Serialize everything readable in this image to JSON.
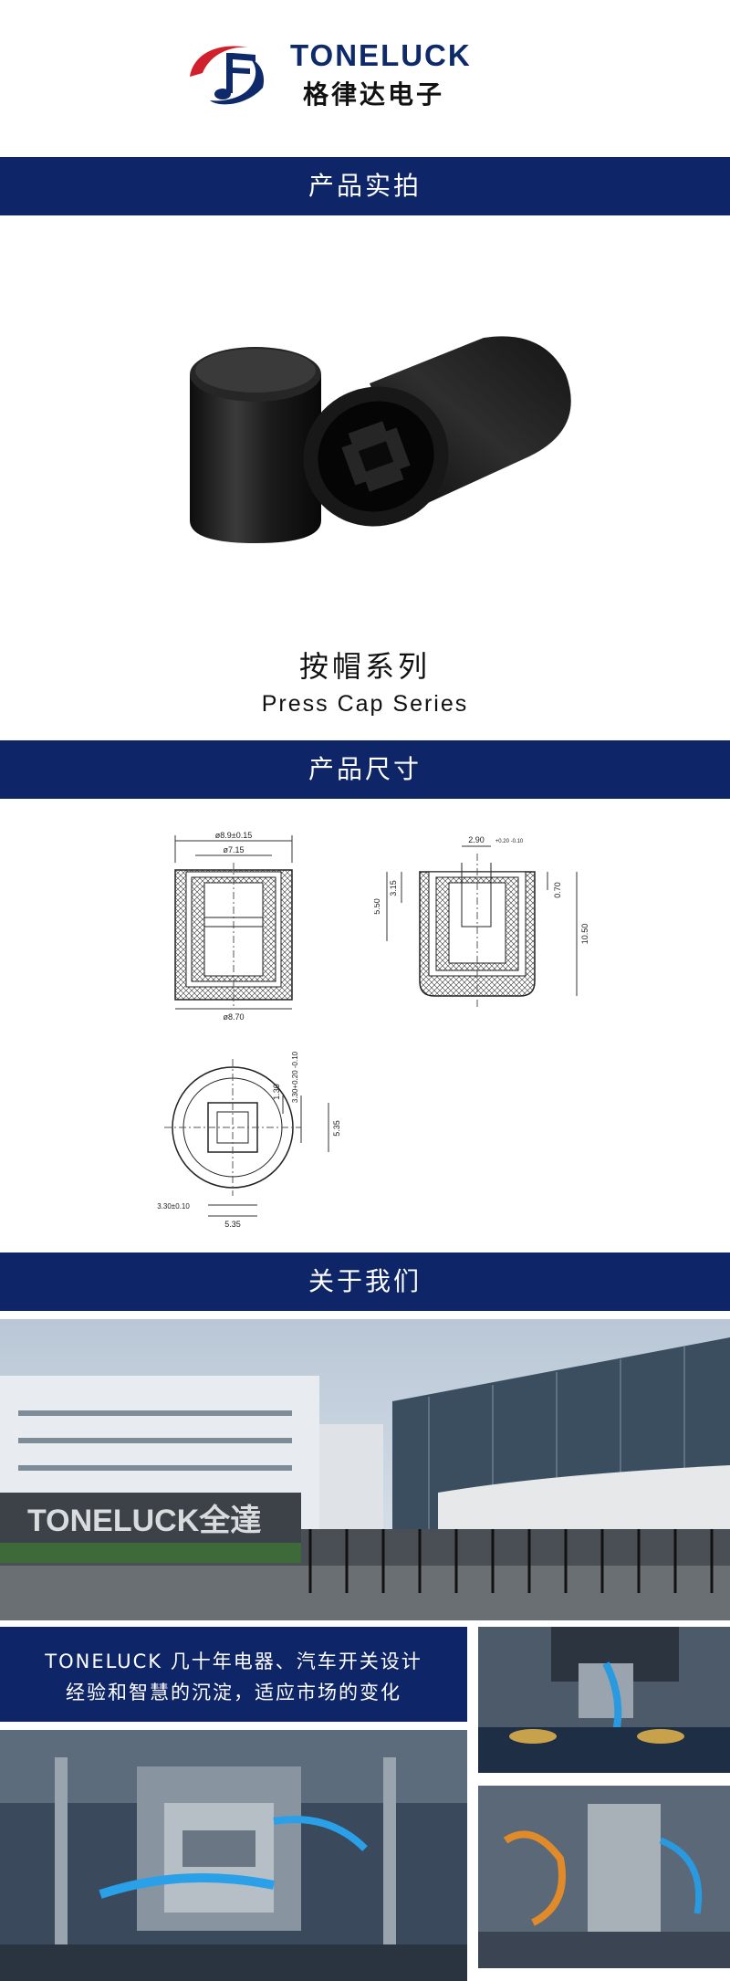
{
  "brand": {
    "name_en": "TONELUCK",
    "name_cn": "格律达电子",
    "logo_icon": "toneluck-logo-icon"
  },
  "sections": {
    "photo_title": "产品实拍",
    "size_title": "产品尺寸",
    "about_title": "关于我们"
  },
  "product": {
    "series_cn": "按帽系列",
    "series_en": "Press Cap Series"
  },
  "dimensions": {
    "outer_dia": "ø8.9±0.15",
    "inner_dia": "ø7.15",
    "base_dia": "ø8.70",
    "slot_width": "2.90",
    "slot_tol": "+0.20 -0.10",
    "height_550": "5.50",
    "height_315": "3.15",
    "height_070": "0.70",
    "height_1050": "10.50",
    "top_130": "1.30",
    "top_330_tol": "3.30+0.20 -0.10",
    "top_535_v": "5.35",
    "top_330": "3.30±0.10",
    "top_535_h": "5.35"
  },
  "about": {
    "line1": "TONELUCK 几十年电器、汽车开关设计",
    "line2": "经验和智慧的沉淀，适应市场的变化",
    "sign_text": "TONELUCK全達"
  },
  "colors": {
    "navy": "#0e2567",
    "brand_red": "#d0202c"
  }
}
